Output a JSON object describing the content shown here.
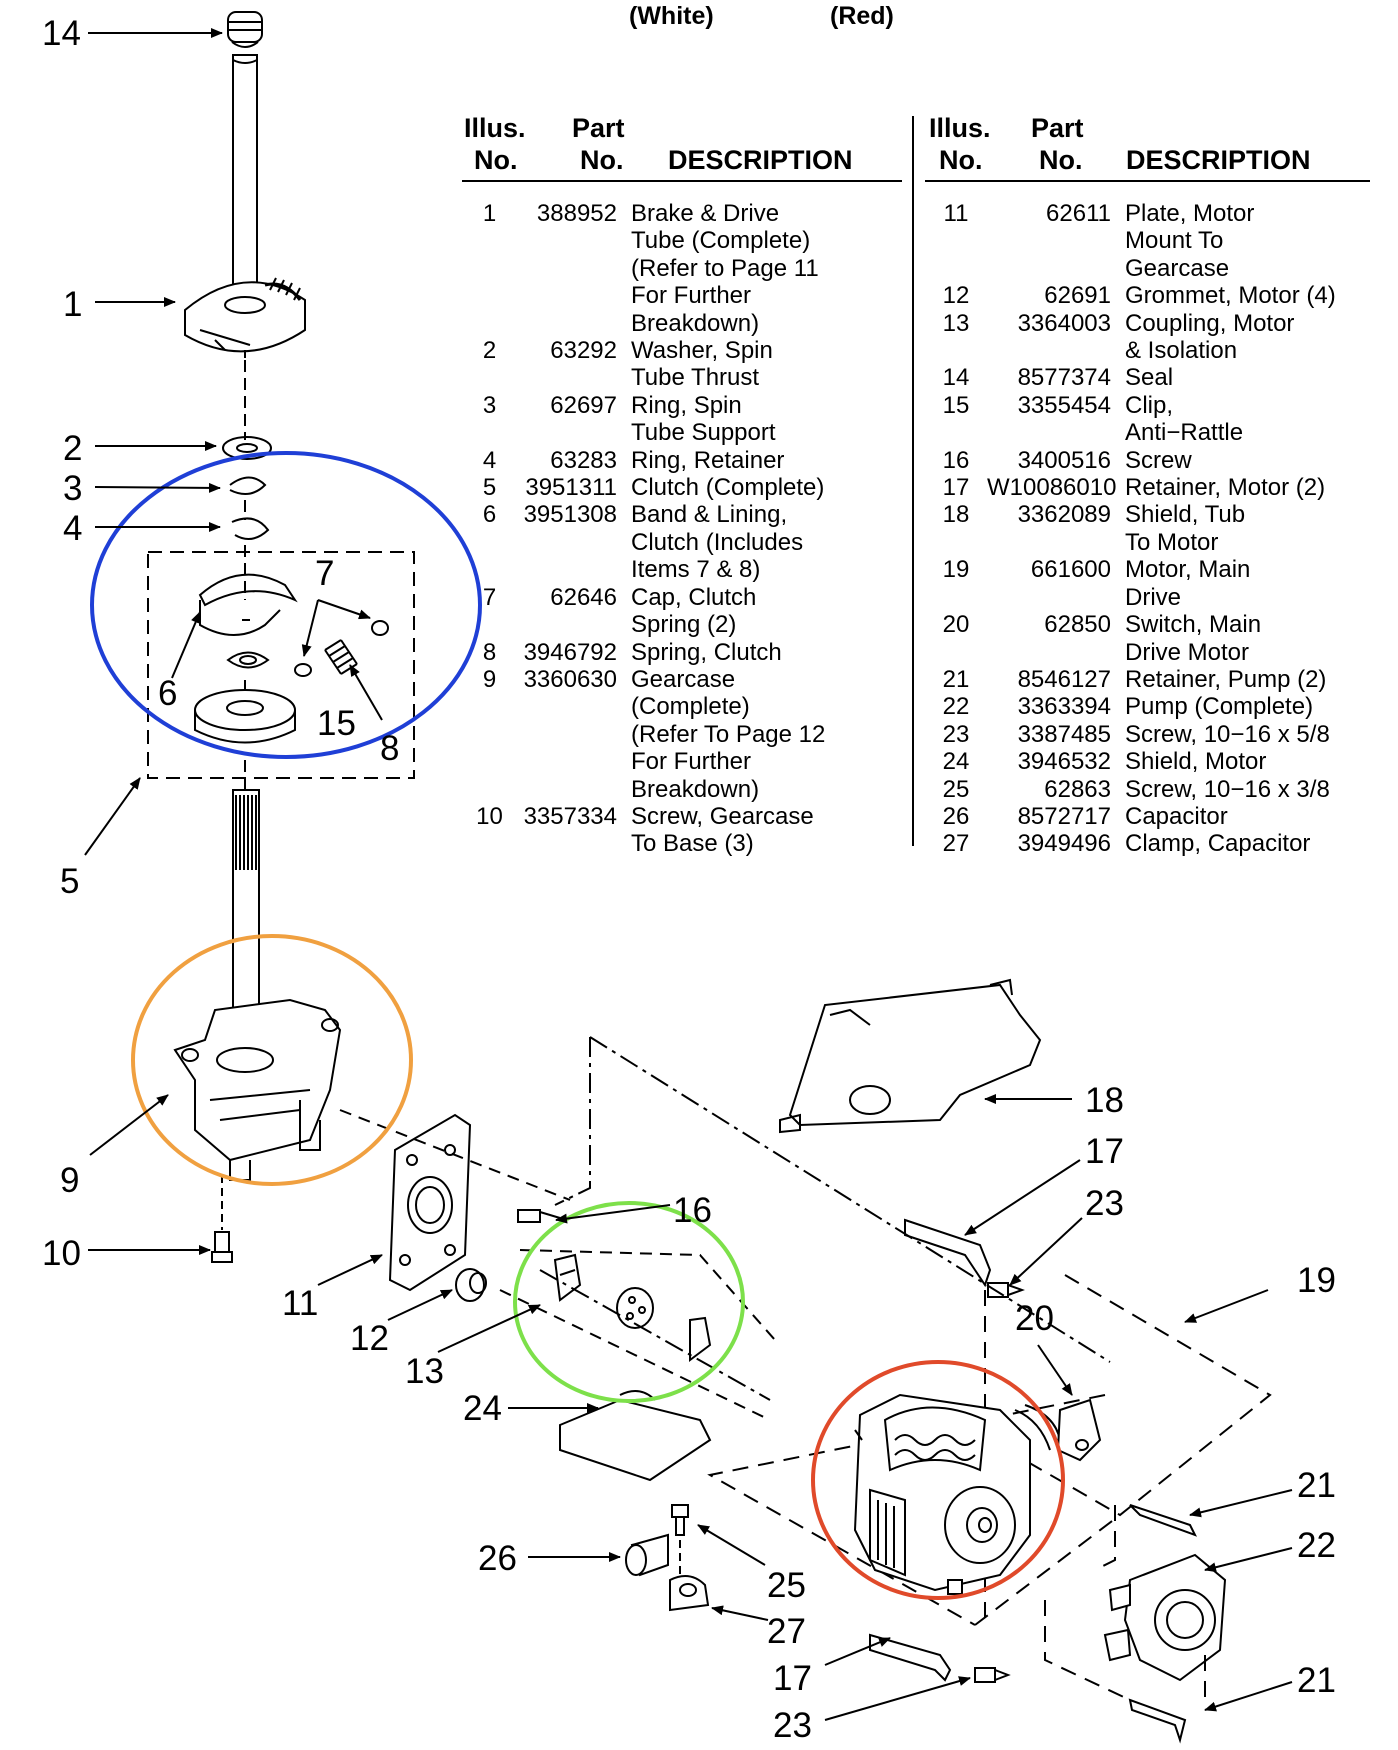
{
  "header_captions": [
    "(White)",
    "(Red)"
  ],
  "table_headers": {
    "illus_no": [
      "Illus.",
      "No."
    ],
    "part_no": [
      "Part",
      "No."
    ],
    "description": "DESCRIPTION"
  },
  "parts_left": [
    {
      "no": "1",
      "part": "388952",
      "desc": "Brake & Drive\nTube (Complete)\n(Refer to Page 11\nFor Further\nBreakdown)"
    },
    {
      "no": "2",
      "part": "63292",
      "desc": "Washer, Spin\nTube Thrust"
    },
    {
      "no": "3",
      "part": "62697",
      "desc": "Ring, Spin\nTube Support"
    },
    {
      "no": "4",
      "part": "63283",
      "desc": "Ring, Retainer"
    },
    {
      "no": "5",
      "part": "3951311",
      "desc": "Clutch (Complete)"
    },
    {
      "no": "6",
      "part": "3951308",
      "desc": "Band & Lining,\nClutch (Includes\nItems 7 & 8)"
    },
    {
      "no": "7",
      "part": "62646",
      "desc": "Cap, Clutch\nSpring (2)"
    },
    {
      "no": "8",
      "part": "3946792",
      "desc": "Spring, Clutch"
    },
    {
      "no": "9",
      "part": "3360630",
      "desc": "Gearcase\n(Complete)\n(Refer To Page 12\nFor Further\nBreakdown)"
    },
    {
      "no": "10",
      "part": "3357334",
      "desc": "Screw, Gearcase\nTo Base (3)"
    }
  ],
  "parts_right": [
    {
      "no": "11",
      "part": "62611",
      "desc": "Plate, Motor\nMount To\nGearcase"
    },
    {
      "no": "12",
      "part": "62691",
      "desc": "Grommet, Motor (4)"
    },
    {
      "no": "13",
      "part": "3364003",
      "desc": "Coupling, Motor\n& Isolation"
    },
    {
      "no": "14",
      "part": "8577374",
      "desc": "Seal"
    },
    {
      "no": "15",
      "part": "3355454",
      "desc": "Clip,\nAnti−Rattle"
    },
    {
      "no": "16",
      "part": "3400516",
      "desc": "Screw"
    },
    {
      "no": "17",
      "part": "W10086010",
      "desc": "Retainer, Motor (2)"
    },
    {
      "no": "18",
      "part": "3362089",
      "desc": "Shield, Tub\nTo Motor"
    },
    {
      "no": "19",
      "part": "661600",
      "desc": "Motor, Main\nDrive"
    },
    {
      "no": "20",
      "part": "62850",
      "desc": "Switch, Main\nDrive Motor"
    },
    {
      "no": "21",
      "part": "8546127",
      "desc": "Retainer, Pump (2)"
    },
    {
      "no": "22",
      "part": "3363394",
      "desc": "Pump (Complete)"
    },
    {
      "no": "23",
      "part": "3387485",
      "desc": "Screw, 10−16 x 5/8"
    },
    {
      "no": "24",
      "part": "3946532",
      "desc": "Shield, Motor"
    },
    {
      "no": "25",
      "part": "62863",
      "desc": "Screw, 10−16 x 3/8"
    },
    {
      "no": "26",
      "part": "8572717",
      "desc": "Capacitor"
    },
    {
      "no": "27",
      "part": "3949496",
      "desc": "Clamp, Capacitor"
    }
  ],
  "callout_labels": {
    "c1": "1",
    "c2": "2",
    "c3": "3",
    "c4": "4",
    "c5": "5",
    "c6": "6",
    "c7": "7",
    "c8": "8",
    "c9": "9",
    "c10": "10",
    "c11": "11",
    "c12": "12",
    "c13": "13",
    "c14": "14",
    "c15": "15",
    "c16": "16",
    "c17a": "17",
    "c17b": "17",
    "c18": "18",
    "c19": "19",
    "c20": "20",
    "c21a": "21",
    "c21b": "21",
    "c22": "22",
    "c23a": "23",
    "c23b": "23",
    "c24": "24",
    "c25": "25",
    "c26": "26",
    "c27": "27"
  },
  "highlight_colors": {
    "clutch": "#1f3fd6",
    "gearcase": "#f0a040",
    "coupling": "#7de04a",
    "motor": "#e04a2a"
  }
}
